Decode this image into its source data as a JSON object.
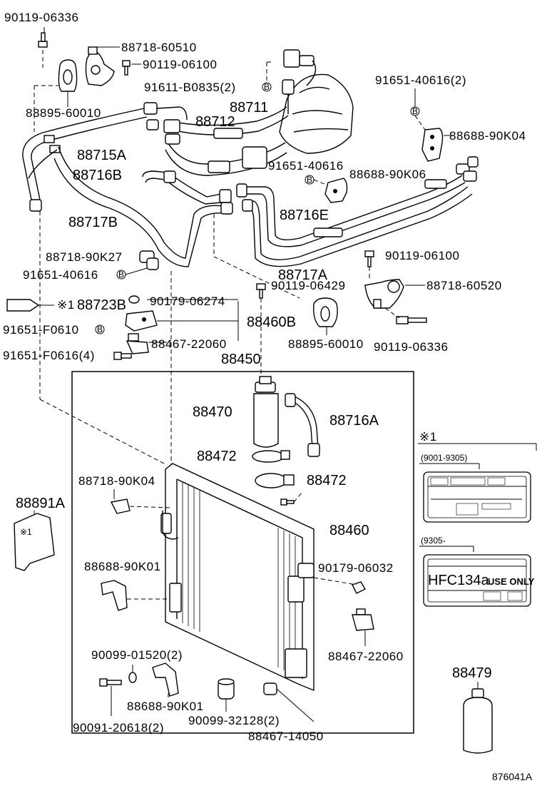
{
  "diagram_id": "876041A",
  "labels": {
    "p01": "90119-06336",
    "p02": "88718-60510",
    "p03": "90119-06100",
    "p04": "91611-B0835(2)",
    "p05": "88895-60010",
    "p06": "88711",
    "p07": "88712",
    "p08": "91651-40616(2)",
    "p09": "88688-90K04",
    "p10": "88715A",
    "p11": "88716B",
    "p12": "91651-40616",
    "p13": "88688-90K06",
    "p14": "88717B",
    "p15": "88716E",
    "p16": "88718-90K27",
    "p17": "90119-06100",
    "p18": "91651-40616",
    "p19": "88717A",
    "p20": "90119-06429",
    "p21": "88718-60520",
    "p22": "88723B",
    "p23": "90179-06274",
    "p24": "88460B",
    "p25": "91651-F0610",
    "p26": "88895-60010",
    "p27": "90119-06336",
    "p28": "88467-22060",
    "p29": "91651-F0616(4)",
    "p30": "88450",
    "p31": "88470",
    "p32": "88716A",
    "p33": "88472",
    "p34": "88472",
    "p35": "88718-90K04",
    "p36": "88891A",
    "p37": "88460",
    "p38": "88688-90K01",
    "p39": "90179-06032",
    "p40": "88467-22060",
    "p41": "90099-01520(2)",
    "p42": "88688-90K01",
    "p43": "90091-20618(2)",
    "p44": "90099-32128(2)",
    "p45": "88467-14050",
    "p46": "88479"
  },
  "marks": {
    "ref_symbol": "※1",
    "ref_label_inline": "※1",
    "circled_b": "B",
    "bracket_mark": "※1"
  },
  "inset": {
    "title": "※1",
    "range1": "(9001-9305)",
    "range2": "(9305-",
    "decal_text": "HFC134a USE ONLY",
    "decal_main": "HFC134a",
    "decal_sub": "USE ONLY"
  }
}
